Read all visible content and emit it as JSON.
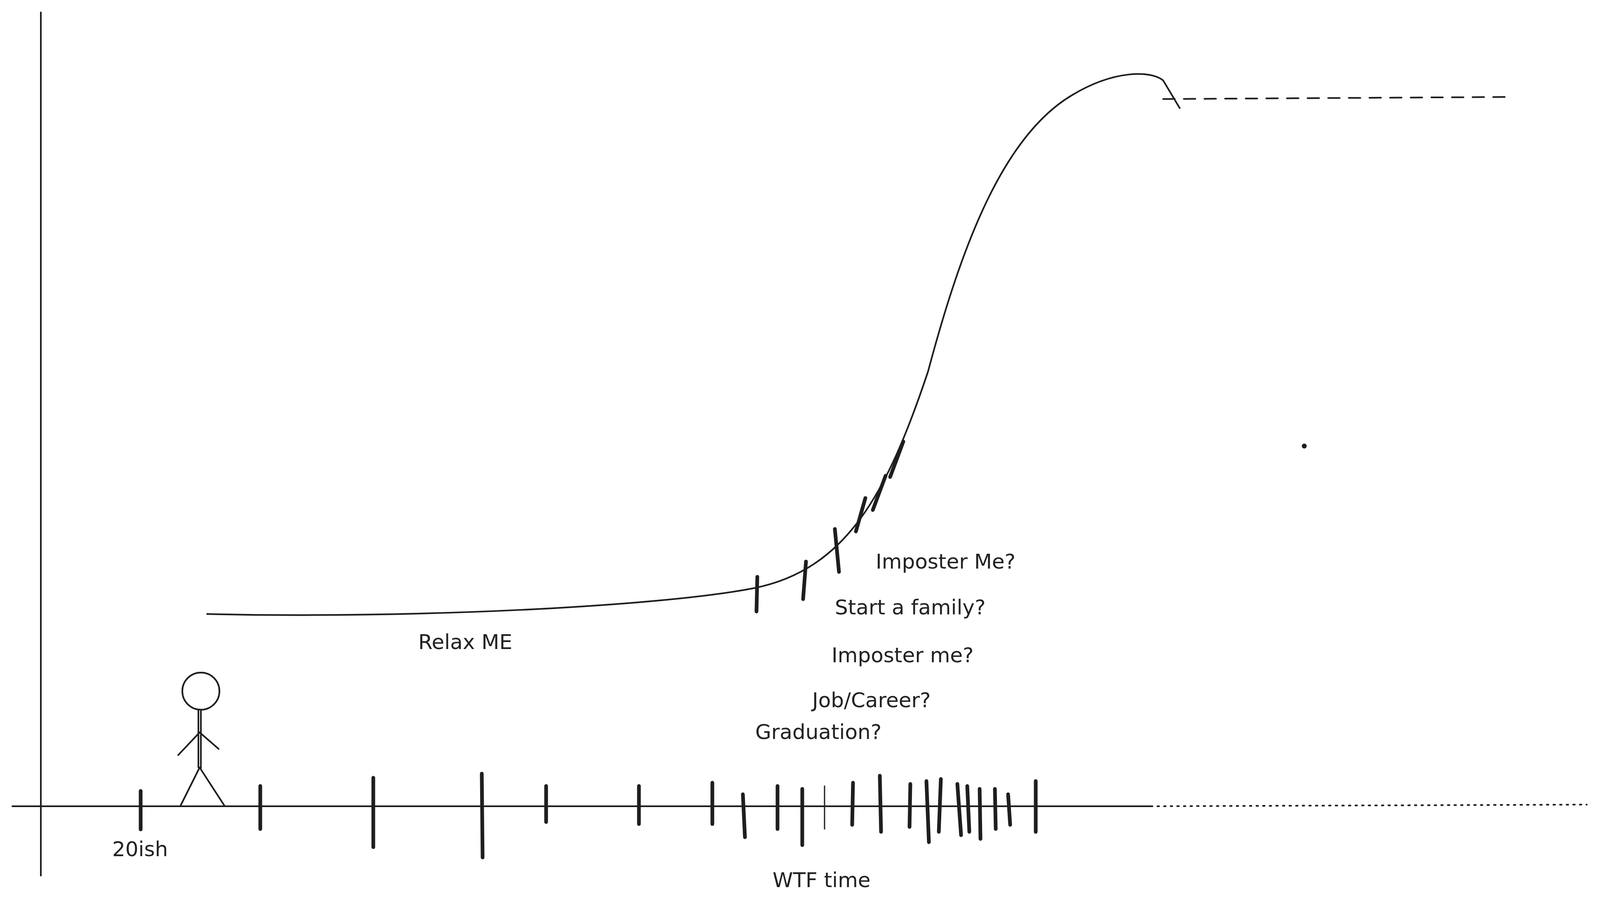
{
  "diagram": {
    "labels": [
      "Imposter Me?",
      "Start a family?",
      "Imposter me?",
      "Job/Career?",
      "Graduation?",
      "Relax ME",
      "20ish",
      "WTF time"
    ]
  }
}
